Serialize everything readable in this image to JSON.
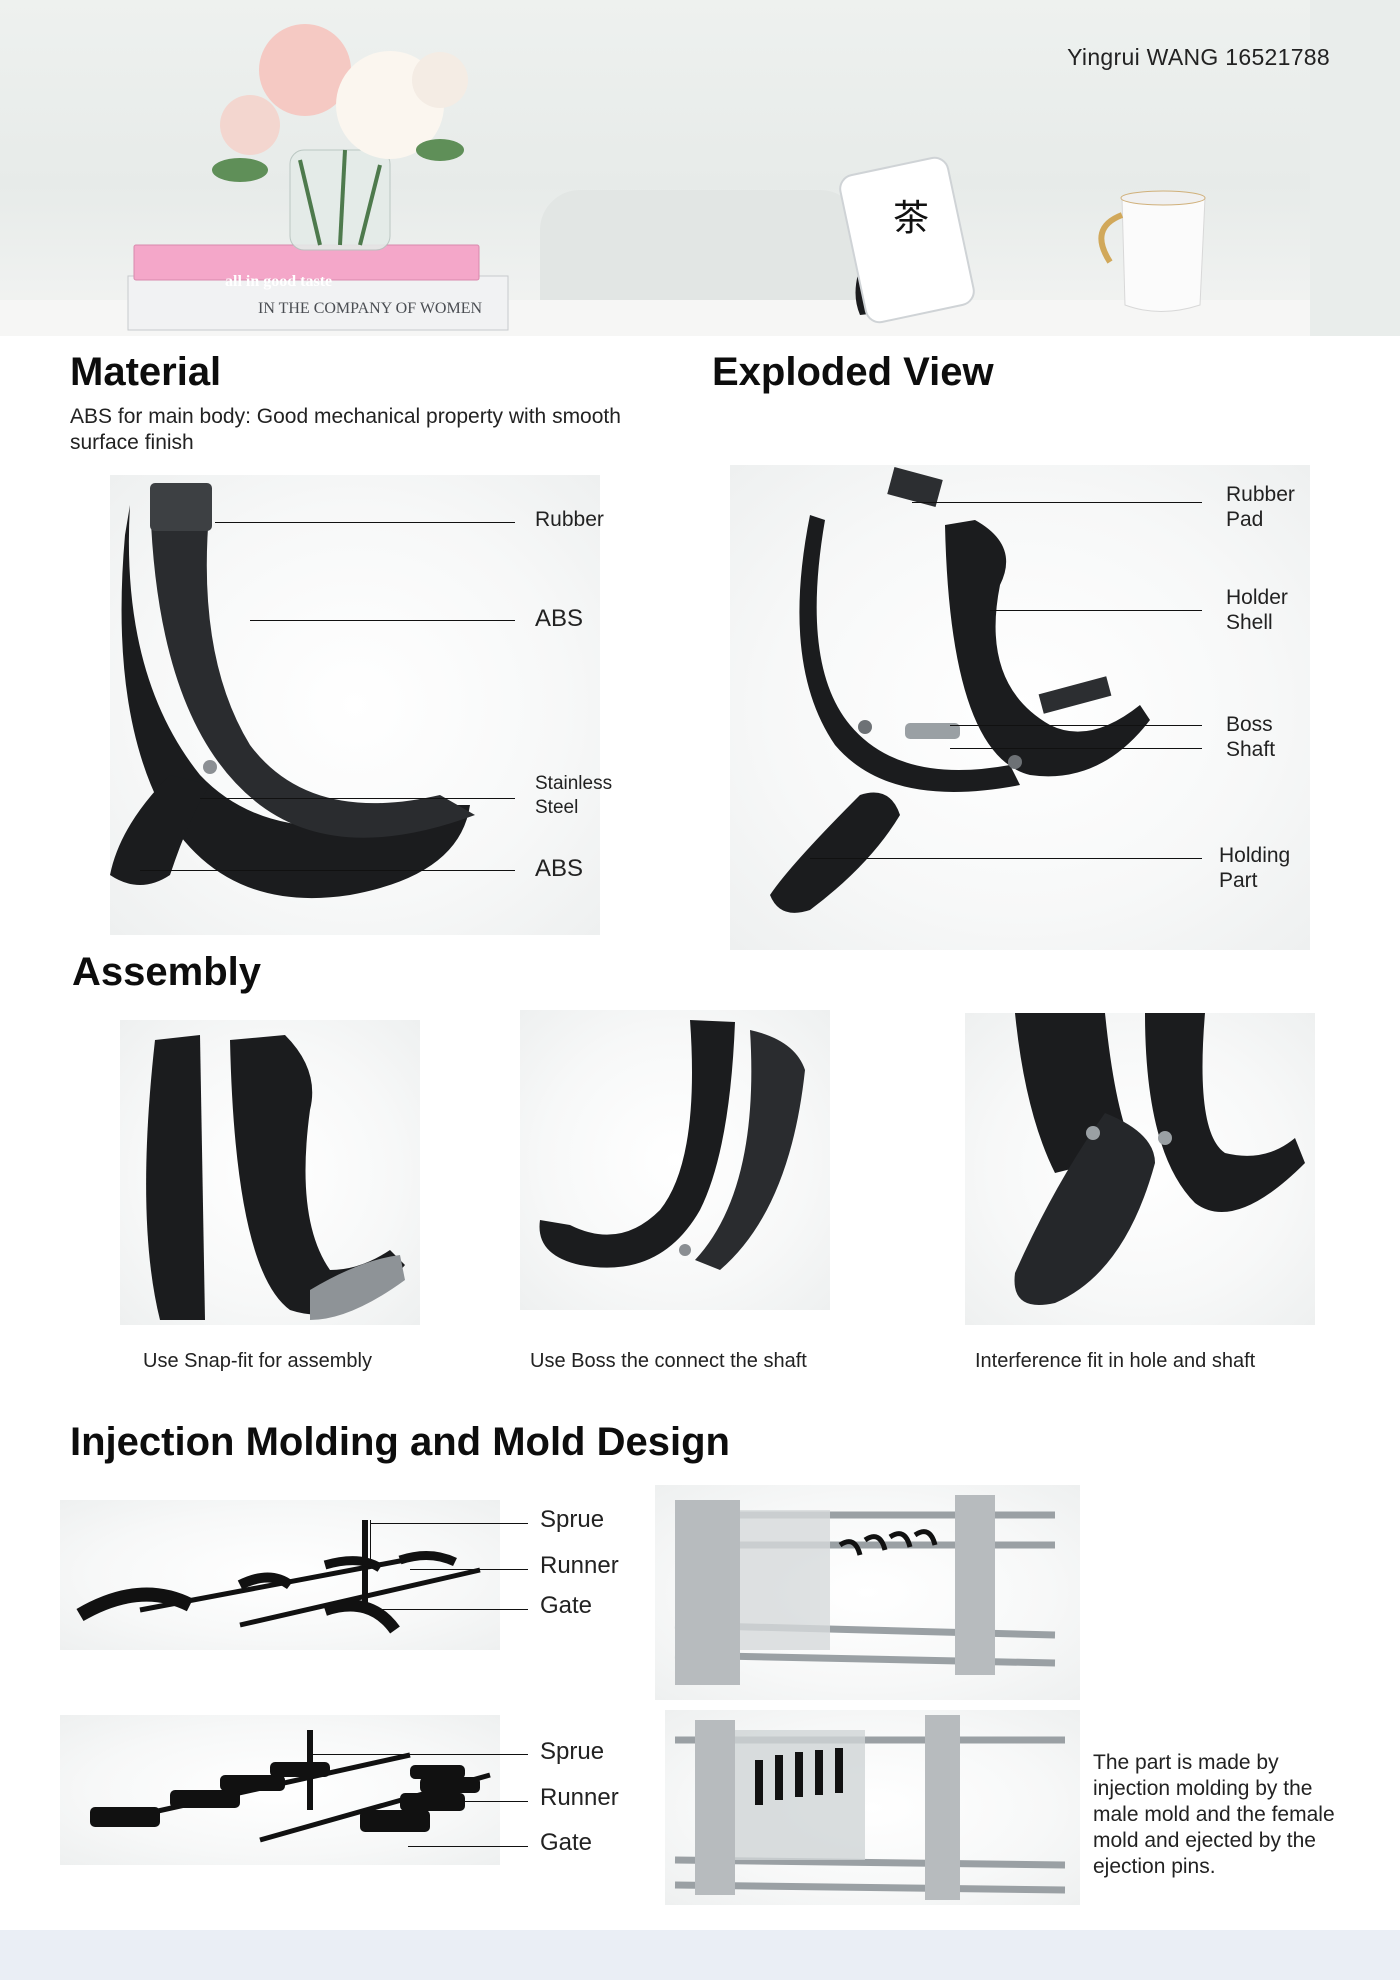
{
  "author": "Yingrui WANG 16521788",
  "hero": {
    "book_top": "all in good taste",
    "book_bottom": "IN THE COMPANY OF WOMEN",
    "phone_glyph": "茶"
  },
  "material": {
    "title": "Material",
    "description": "ABS for main body: Good mechanical property with smooth surface finish",
    "labels": [
      "Rubber",
      "ABS",
      "Stainless\nSteel",
      "ABS"
    ]
  },
  "exploded": {
    "title": "Exploded View",
    "labels": [
      "Rubber\nPad",
      "Holder\nShell",
      "Boss\nShaft",
      "Holding\nPart"
    ]
  },
  "assembly": {
    "title": "Assembly",
    "captions": [
      "Use Snap-fit for assembly",
      "Use Boss the connect the shaft",
      "Interference fit in hole and shaft"
    ]
  },
  "molding": {
    "title": "Injection Molding and Mold Design",
    "labels_top": [
      "Sprue",
      "Runner",
      "Gate"
    ],
    "labels_bottom": [
      "Sprue",
      "Runner",
      "Gate"
    ],
    "note": "The part is made by injection molding by the male mold and the female mold and ejected by the ejection pins."
  },
  "colors": {
    "product": "#1b1c1e",
    "accent_pink": "#f2a6c7",
    "steel": "#b9bcbf"
  }
}
